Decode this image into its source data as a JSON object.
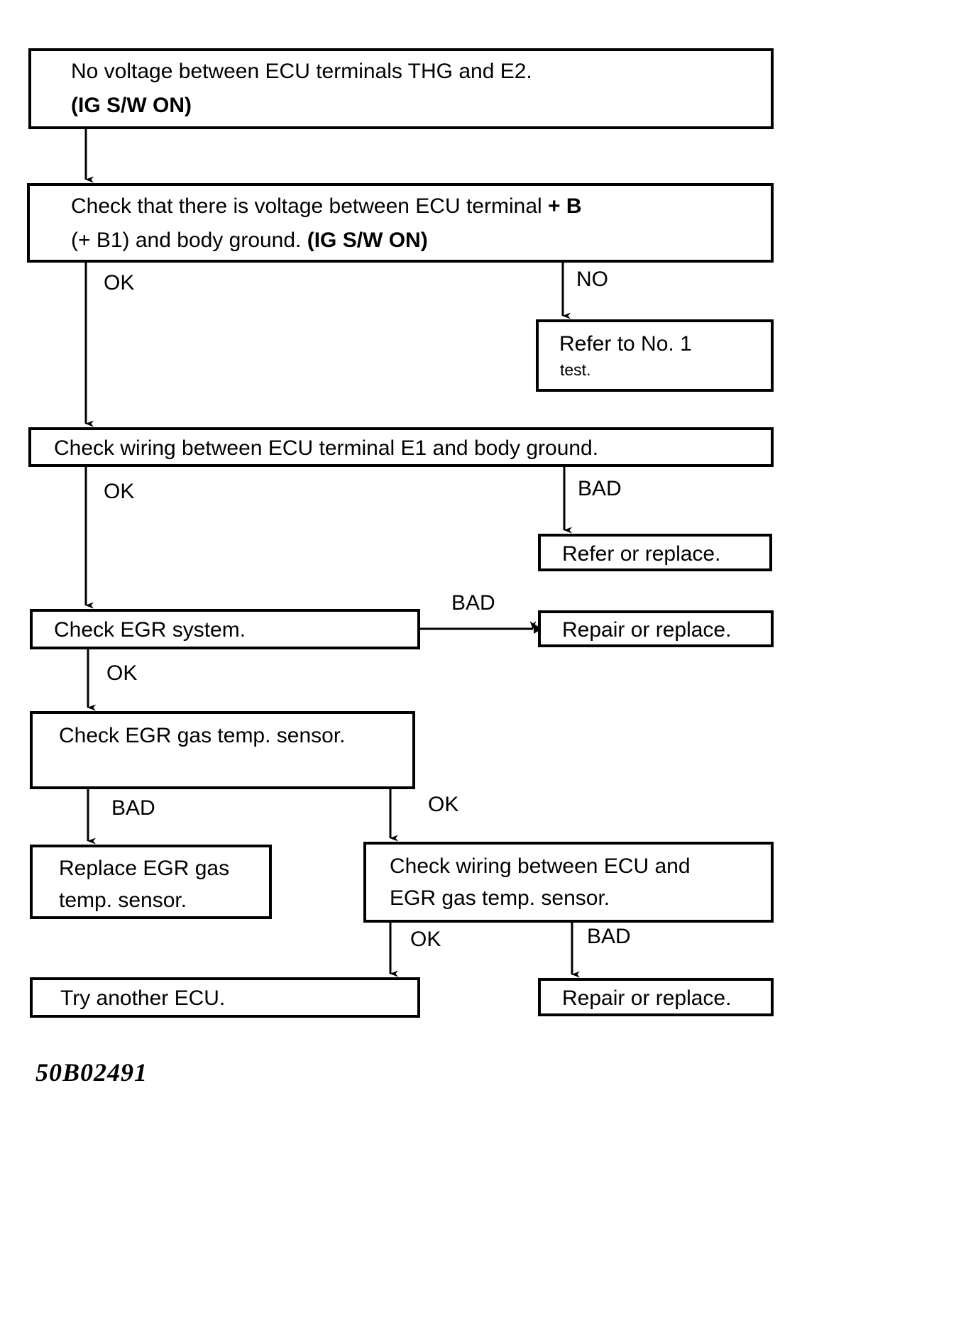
{
  "figure": {
    "code": "50B02491",
    "type": "troubleshooting-flowchart"
  },
  "nodes": {
    "start": {
      "line1": "No voltage between ECU terminals THG and E2.",
      "line2": "(IG S/W ON)"
    },
    "check_b_voltage": {
      "line1_plain": "Check that there is voltage between ECU terminal ",
      "line1_bold": "+ B",
      "line2_plain": "(+ B1) and body ground. ",
      "line2_bold": "(IG S/W ON)"
    },
    "refer_no1": {
      "line1": "Refer to No. 1",
      "line2": "test."
    },
    "check_e1_wiring": {
      "text": "Check wiring between ECU terminal E1 and body ground."
    },
    "refer_or_replace": {
      "text": "Refer or replace."
    },
    "check_egr_system": {
      "text": "Check EGR system."
    },
    "repair_or_replace_1": {
      "text": "Repair or replace."
    },
    "check_egr_sensor": {
      "text": "Check EGR gas temp. sensor."
    },
    "replace_egr_sensor": {
      "line1": "Replace EGR gas",
      "line2": "temp. sensor."
    },
    "check_ecu_sensor_wiring": {
      "line1": "Check wiring between ECU and",
      "line2": "EGR gas temp. sensor."
    },
    "try_another_ecu": {
      "text": "Try another ECU."
    },
    "repair_or_replace_2": {
      "text": "Repair or replace."
    }
  },
  "edge_labels": {
    "ok_1": "OK",
    "no_1": "NO",
    "ok_2": "OK",
    "bad_1": "BAD",
    "ok_3": "OK",
    "bad_2": "BAD",
    "bad_3": "BAD",
    "ok_4": "OK",
    "ok_5": "OK",
    "bad_4": "BAD"
  },
  "colors": {
    "ink": "#000000",
    "paper": "#ffffff"
  }
}
